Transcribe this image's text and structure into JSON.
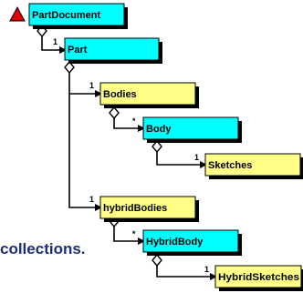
{
  "colors": {
    "cyan_box": "#00ffff",
    "yellow_box": "#ffff88",
    "shadow": "#000000",
    "warning": "#e00000",
    "caption": "#1a2f78"
  },
  "nodes": {
    "part_document": "PartDocument",
    "part": "Part",
    "bodies": "Bodies",
    "body": "Body",
    "sketches": "Sketches",
    "hybrid_bodies": "hybridBodies",
    "hybrid_body": "HybridBody",
    "hybrid_sketches": "HybridSketches"
  },
  "multiplicities": {
    "part": "1",
    "bodies": "1",
    "body": "*",
    "sketches": "1",
    "hybrid_bodies": "1",
    "hybrid_body": "*",
    "hybrid_sketches": "1"
  },
  "caption": "collections.",
  "icons": {
    "warning": "warning-triangle-icon"
  }
}
